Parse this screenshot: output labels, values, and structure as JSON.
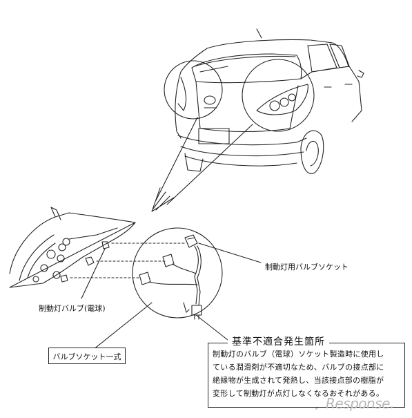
{
  "labels": {
    "socket_label": "制動灯用バルブソケット",
    "bulb_label": "制動灯バルブ(電球)",
    "socket_set": "バルブソケット一式"
  },
  "defect": {
    "title": "基準不適合発生箇所",
    "lines": [
      "制動灯のバルブ（電球）ソケット製造時に使用し",
      "ている潤滑剤が不適切なため、バルブの接点部に",
      "絶縁物が生成されて発熱し、当該接点部の樹脂が",
      "変形して制動灯が点灯しなくなるおそれがある。"
    ]
  },
  "watermark": "Response."
}
